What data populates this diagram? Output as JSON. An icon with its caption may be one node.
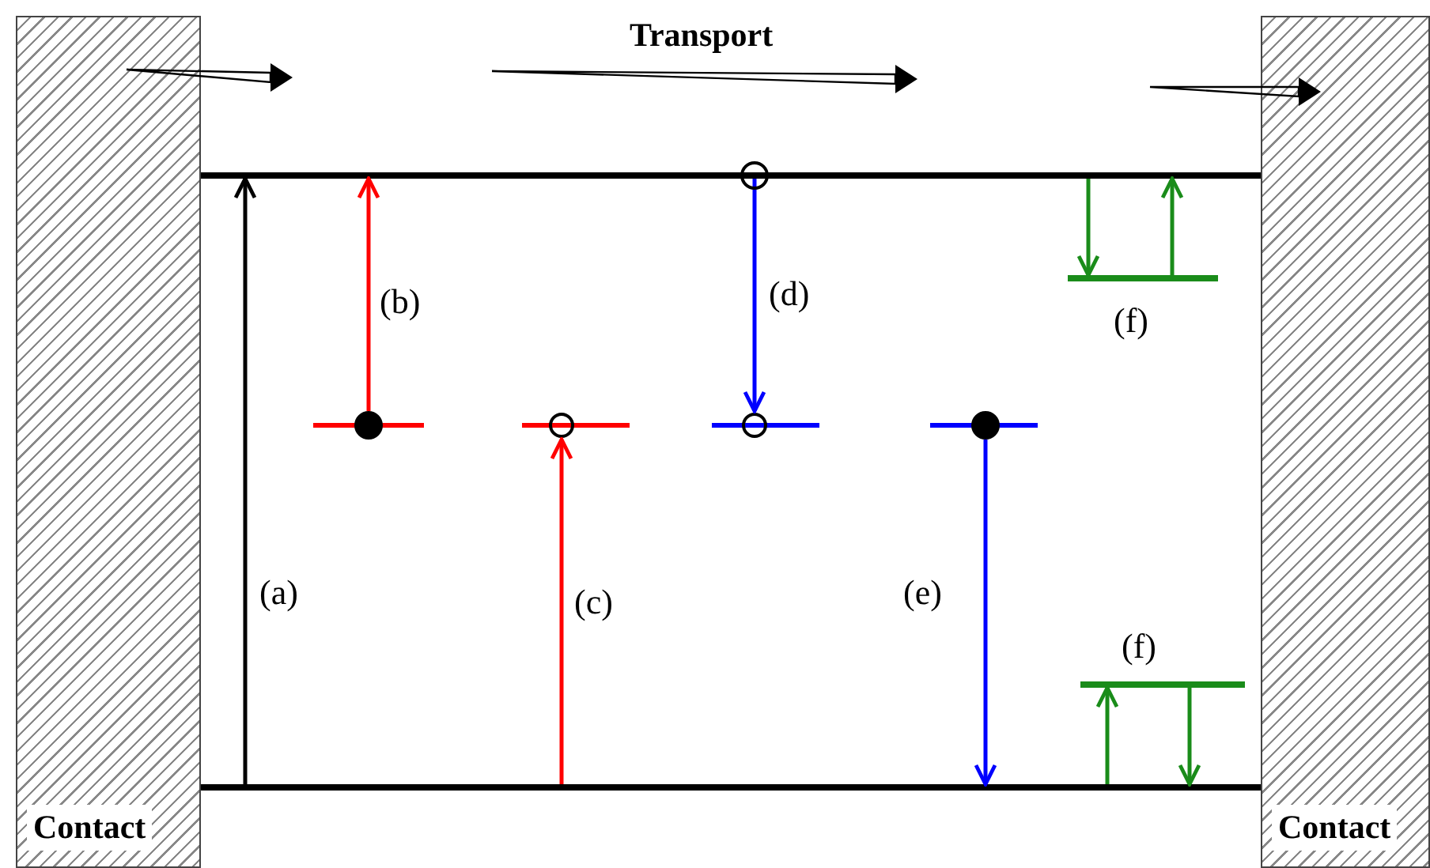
{
  "diagram": {
    "nodes": [
      {
        "text": [
          "Contact"
        ]
      },
      {
        "text": [
          "Contact"
        ]
      },
      {
        "text": [],
        "shape": "bar"
      },
      {
        "text": [],
        "shape": "bar"
      },
      {
        "text": [],
        "shape": "bar"
      },
      {
        "text": [],
        "shape": "bar"
      },
      {
        "text": [],
        "shape": "bar"
      },
      {
        "text": [],
        "shape": "bar"
      },
      {
        "text": [],
        "shape": "bar",
        "beside": [
          "(f)"
        ]
      },
      {
        "text": [],
        "shape": "bar",
        "beside": [
          "(f)"
        ]
      }
    ],
    "edges": [
      {
        "from": 3,
        "to": 2,
        "arrow": "to",
        "label": "(a)",
        "color": "#000000"
      },
      {
        "from": 4,
        "to": 2,
        "arrow": "to",
        "label": "(b)",
        "color": "#ff0000"
      },
      {
        "from": 3,
        "to": 5,
        "arrow": "to",
        "label": "(c)",
        "color": "#ff0000"
      },
      {
        "from": 2,
        "to": 6,
        "arrow": "to",
        "label": "(d)",
        "color": "#0000ff"
      },
      {
        "from": 7,
        "to": 3,
        "arrow": "to",
        "label": "(e)",
        "color": "#0000ff"
      },
      {
        "from": 2,
        "to": 8,
        "arrow": "to",
        "color": "#1a8c1a"
      },
      {
        "from": 8,
        "to": 2,
        "arrow": "to",
        "color": "#1a8c1a"
      },
      {
        "from": 3,
        "to": 9,
        "arrow": "to",
        "color": "#1a8c1a"
      },
      {
        "from": 9,
        "to": 3,
        "arrow": "to",
        "color": "#1a8c1a"
      }
    ],
    "labels": [
      "Transport"
    ]
  }
}
